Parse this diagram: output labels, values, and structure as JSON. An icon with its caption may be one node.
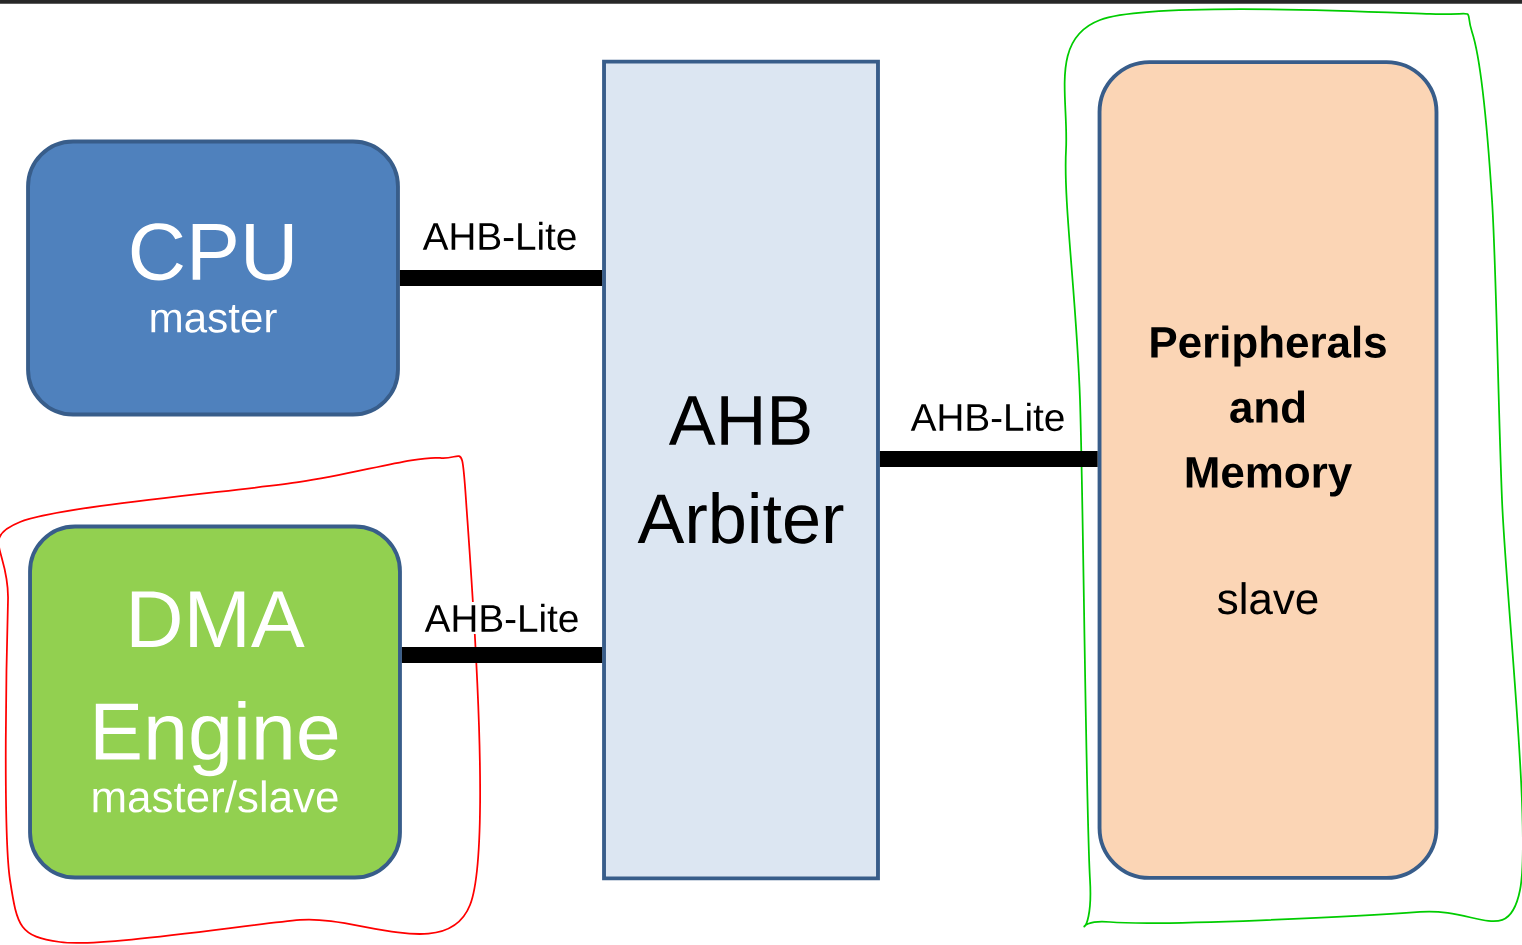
{
  "diagram": {
    "nodes": [
      {
        "text": [
          "CPU",
          "master"
        ]
      },
      {
        "text": [
          "DMA Engine",
          "master/slave"
        ]
      },
      {
        "text": [
          "AHB Arbiter"
        ]
      },
      {
        "text": [
          "Peripherals and Memory",
          "slave"
        ]
      }
    ],
    "edges": [
      {
        "from": 0,
        "to": 2,
        "arrow": "none",
        "label": "AHB-Lite"
      },
      {
        "from": 1,
        "to": 2,
        "arrow": "none",
        "label": "AHB-Lite"
      },
      {
        "from": 2,
        "to": 3,
        "arrow": "none",
        "label": "AHB-Lite"
      }
    ]
  }
}
